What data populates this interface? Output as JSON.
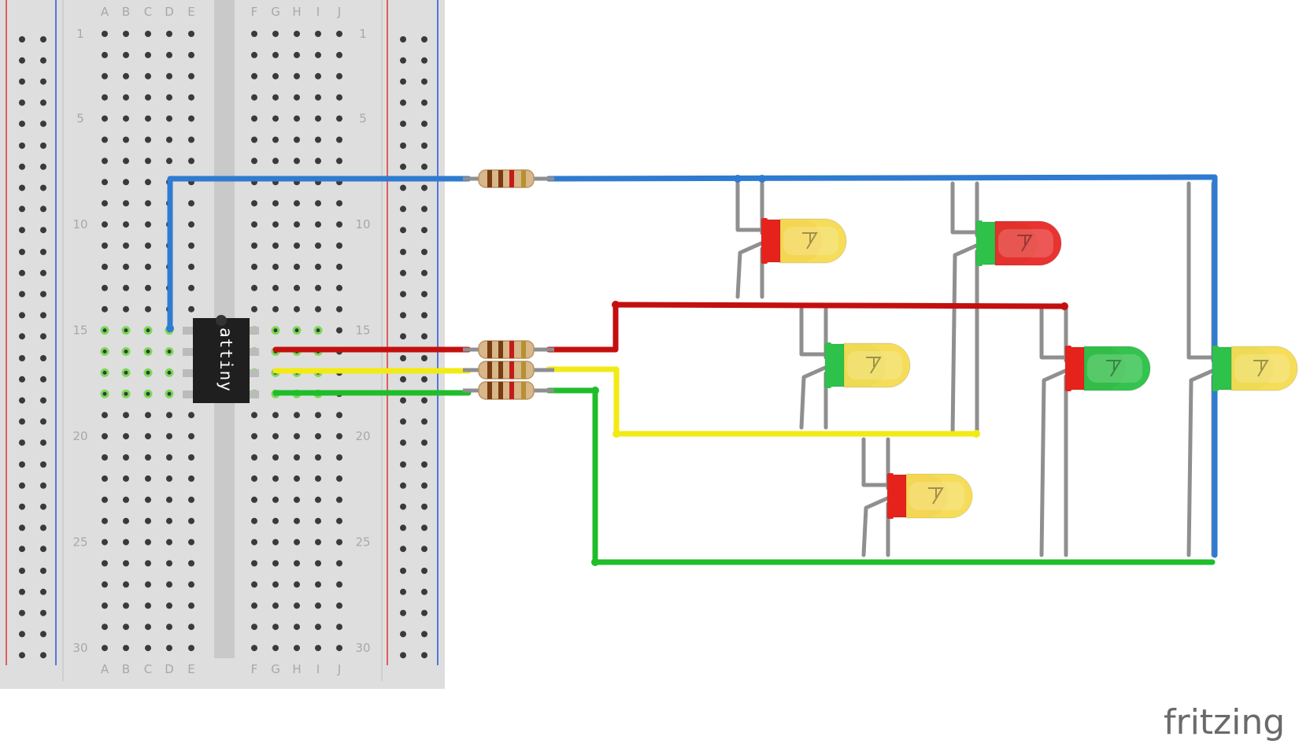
{
  "breadboard": {
    "columns_left": [
      "A",
      "B",
      "C",
      "D",
      "E"
    ],
    "columns_right": [
      "F",
      "G",
      "H",
      "I",
      "J"
    ],
    "rows": 30,
    "row_labels": [
      "1",
      "5",
      "10",
      "15",
      "20",
      "25",
      "30"
    ],
    "colors": {
      "board": "#dedede",
      "hole": "#3a3a3a",
      "rail_red": "#d33",
      "rail_blue": "#2a52d6",
      "highlight": "#7ad957"
    }
  },
  "chip": {
    "label": "attiny",
    "color": "#1f1f1f"
  },
  "wires": {
    "colors": {
      "blue": "#2e7bd1",
      "red": "#c40f0f",
      "yellow": "#f2ea14",
      "green": "#1fbd2a",
      "lead": "#8f8f8f"
    }
  },
  "leds": [
    {
      "id": "led-1",
      "back": "#e5231c",
      "front": "#f5dc55"
    },
    {
      "id": "led-2",
      "back": "#2ec24a",
      "front": "#e92d2b"
    },
    {
      "id": "led-3",
      "back": "#2ec24a",
      "front": "#f5dc55"
    },
    {
      "id": "led-4",
      "back": "#e5231c",
      "front": "#2ec24a"
    },
    {
      "id": "led-5",
      "back": "#2ec24a",
      "front": "#f5dc55"
    },
    {
      "id": "led-6",
      "back": "#e5231c",
      "front": "#f5dc55"
    }
  ],
  "logo": {
    "text": "fritzing"
  }
}
